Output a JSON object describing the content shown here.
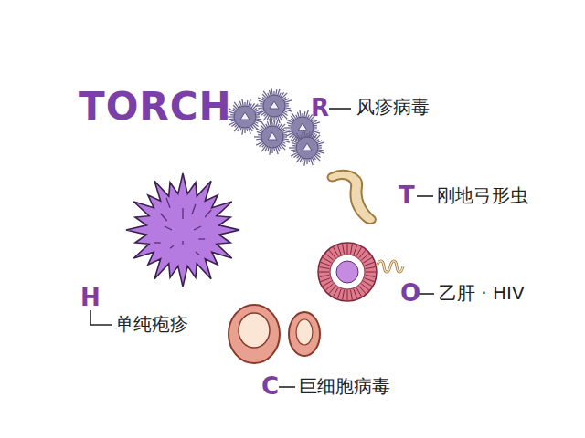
{
  "diagram": {
    "title": "TORCH",
    "labels": [
      "R",
      "风疹病毒",
      "T",
      "刚地弓形虫",
      "O",
      "乙肝 · HIV",
      "H",
      "单纯疱疹",
      "C",
      "巨细胞病毒"
    ]
  }
}
